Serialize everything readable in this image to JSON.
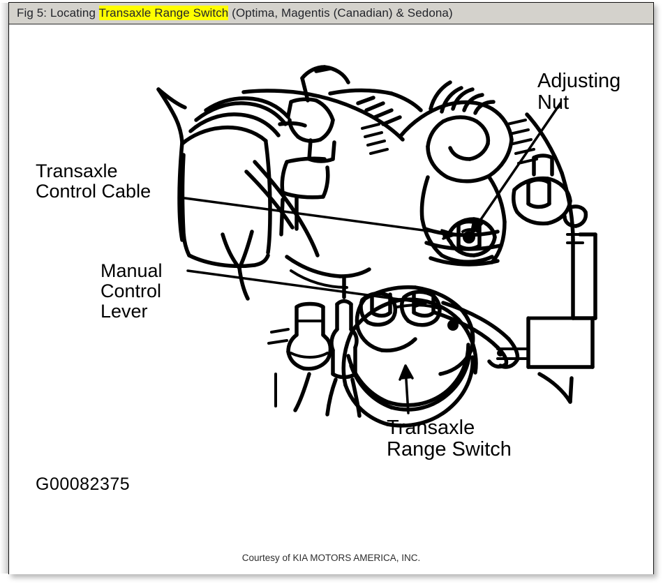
{
  "caption": {
    "prefix": "Fig 5: Locating ",
    "highlight": "Transaxle Range Switch",
    "suffix": " (Optima, Magentis (Canadian) & Sedona)",
    "highlight_color": "#ffff00",
    "bar_color": "#d4d2cc"
  },
  "figure": {
    "labels": {
      "transaxle_control_cable": "Transaxle\nControl Cable",
      "manual_control_lever": "Manual\nControl\nLever",
      "adjusting_nut": "Adjusting\nNut",
      "transaxle_range_switch": "Transaxle\nRange Switch"
    },
    "image_code": "G00082375",
    "courtesy": "Courtesy of KIA MOTORS AMERICA, INC.",
    "line_color": "#000000",
    "background": "#ffffff"
  }
}
